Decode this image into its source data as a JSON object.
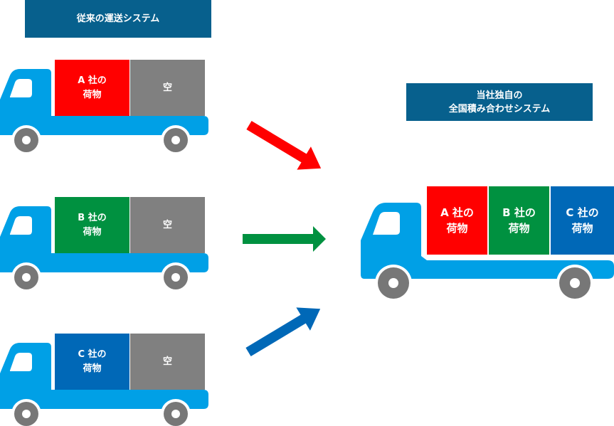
{
  "titles": {
    "left": "従来の運送システム",
    "right_line1": "当社独自の",
    "right_line2": "全国積み合わせシステム"
  },
  "colors": {
    "title_bg": "#07608d",
    "truck_body": "#00a0e6",
    "wheel": "#777777",
    "company_a": "#ff0000",
    "company_b": "#009140",
    "company_c": "#0068b7",
    "empty": "#808080"
  },
  "conventional_trucks": [
    {
      "cargo_line1": "A 社の",
      "cargo_line2": "荷物",
      "empty_label": "空",
      "arrow_color": "#ff0000"
    },
    {
      "cargo_line1": "B 社の",
      "cargo_line2": "荷物",
      "empty_label": "空",
      "arrow_color": "#009140"
    },
    {
      "cargo_line1": "C 社の",
      "cargo_line2": "荷物",
      "empty_label": "空",
      "arrow_color": "#0068b7"
    }
  ],
  "combined_truck": {
    "cargo": [
      {
        "line1": "A 社の",
        "line2": "荷物"
      },
      {
        "line1": "B 社の",
        "line2": "荷物"
      },
      {
        "line1": "C 社の",
        "line2": "荷物"
      }
    ]
  }
}
